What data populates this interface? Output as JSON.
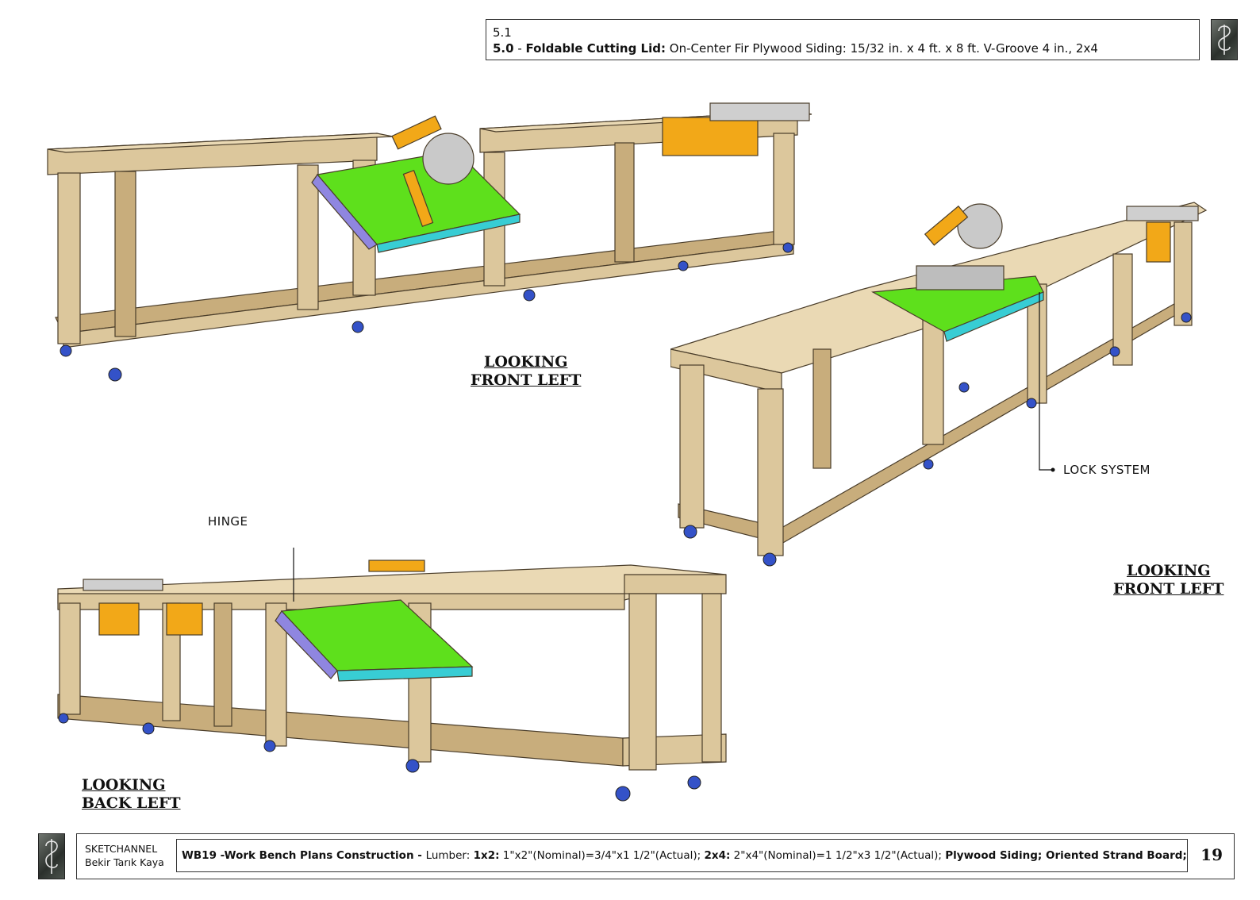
{
  "header": {
    "section_number": "5.1",
    "section_code": "5.0",
    "separator": " - ",
    "section_title": "Foldable Cutting Lid:",
    "section_description": " On-Center Fir Plywood Siding: 15/32 in. x 4 ft. x 8 ft. V-Groove 4 in., 2x4"
  },
  "views": {
    "top_left": {
      "line1": "LOOKING",
      "line2": "FRONT LEFT"
    },
    "right": {
      "line1": "LOOKING",
      "line2": "FRONT LEFT"
    },
    "bottom_left": {
      "line1": "LOOKING",
      "line2": "BACK LEFT"
    }
  },
  "callouts": {
    "lock": "LOCK SYSTEM",
    "hinge": "HINGE"
  },
  "footer": {
    "company_name": "SKETCHANNEL",
    "author": "Bekir Tarık Kaya",
    "plan_title": "WB19 -Work Bench Plans Construction - ",
    "lumber_label": "Lumber: ",
    "spec_1x2_label": "1x2:",
    "spec_1x2_text": " 1\"x2\"(Nominal)=3/4\"x1 1/2\"(Actual); ",
    "spec_2x4_label": "2x4:",
    "spec_2x4_text": " 2\"x4\"(Nominal)=1 1/2\"x3 1/2\"(Actual); ",
    "materials": "Plywood Siding; Oriented Strand Board;",
    "page_number": "19"
  },
  "colors": {
    "wood": "#dcc79c",
    "wood_dark": "#c8ad7c",
    "wood_light": "#ead9b4",
    "lid_green": "#5ee01c",
    "lid_edge_cyan": "#38cdd4",
    "lid_edge_purple": "#8f86e0",
    "saw_orange": "#f2a818",
    "caster_blue": "#3452c8",
    "outline": "#4a3d2a"
  }
}
